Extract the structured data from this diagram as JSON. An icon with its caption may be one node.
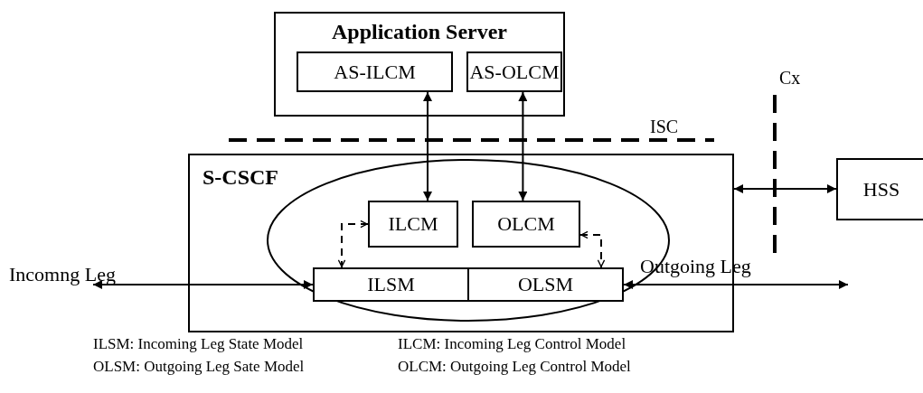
{
  "diagram": {
    "nodes": [
      {
        "text": [
          "Application Server"
        ]
      },
      {
        "text": [
          "AS-ILCM"
        ],
        "in": 0
      },
      {
        "text": [
          "AS-OLCM"
        ],
        "in": 0
      },
      {
        "text": [
          "S-CSCF"
        ]
      },
      {
        "text": [
          "ILCM"
        ],
        "in": 3
      },
      {
        "text": [
          "OLCM"
        ],
        "in": 3
      },
      {
        "text": [
          "ILSM"
        ],
        "in": 3
      },
      {
        "text": [
          "OLSM"
        ],
        "in": 3
      },
      {
        "text": [
          "HSS"
        ]
      }
    ],
    "edges": [
      {
        "from": 1,
        "to": 4,
        "arrow": "both"
      },
      {
        "from": 2,
        "to": 5,
        "arrow": "both"
      },
      {
        "from": 4,
        "to": 6,
        "arrow": "both",
        "style": "dashed"
      },
      {
        "from": 5,
        "to": 7,
        "arrow": "both",
        "style": "dashed"
      },
      {
        "from": 3,
        "to": 8,
        "arrow": "both"
      },
      {
        "from": null,
        "to": 6,
        "arrow": "both",
        "label": "Incomng Leg"
      },
      {
        "from": 7,
        "to": null,
        "arrow": "both",
        "label": "Outgoing Leg"
      }
    ],
    "labels": [
      "ISC",
      "Cx",
      "ILSM: Incoming Leg State Model",
      "ILCM: Incoming Leg Control Model",
      "OLSM: Outgoing Leg Sate Model",
      "OLCM: Outgoing Leg Control Model"
    ]
  }
}
